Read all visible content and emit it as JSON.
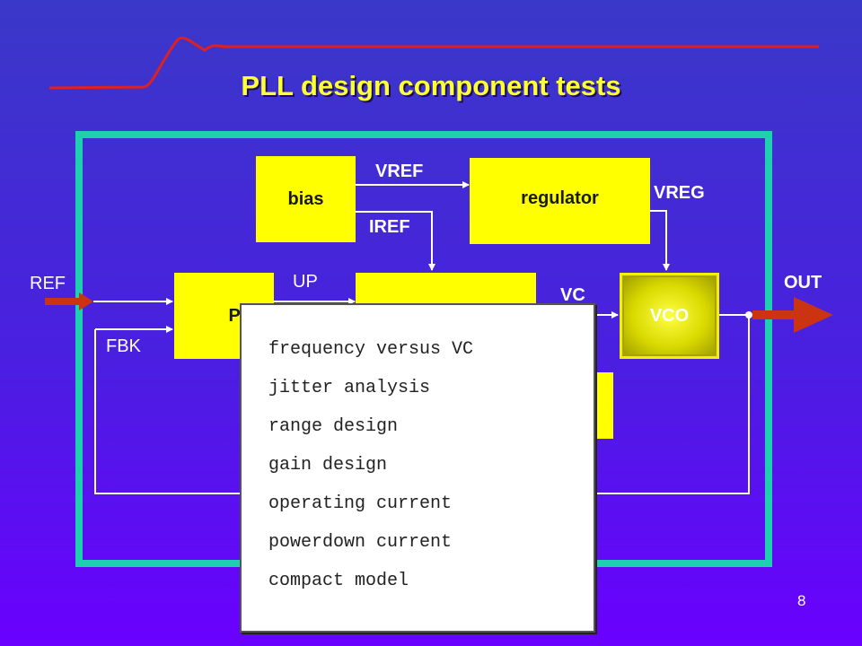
{
  "title": "PLL design component tests",
  "page_number": "8",
  "blocks": {
    "bias": "bias",
    "regulator": "regulator",
    "pfd": "PFD",
    "vco": "VCO"
  },
  "signals": {
    "vref": "VREF",
    "iref": "IREF",
    "vreg": "VREG",
    "ref": "REF",
    "fbk": "FBK",
    "up": "UP",
    "vc": "VC",
    "out": "OUT"
  },
  "popup_items": [
    "frequency versus VC",
    "jitter analysis",
    "range design",
    "gain design",
    "operating current",
    "powerdown current",
    "compact model"
  ],
  "colors": {
    "frame": "#1ecfb0",
    "block": "#ffff00",
    "title": "#ffff33",
    "accent_red": "#e02020",
    "io_arrow": "#cc3311"
  }
}
